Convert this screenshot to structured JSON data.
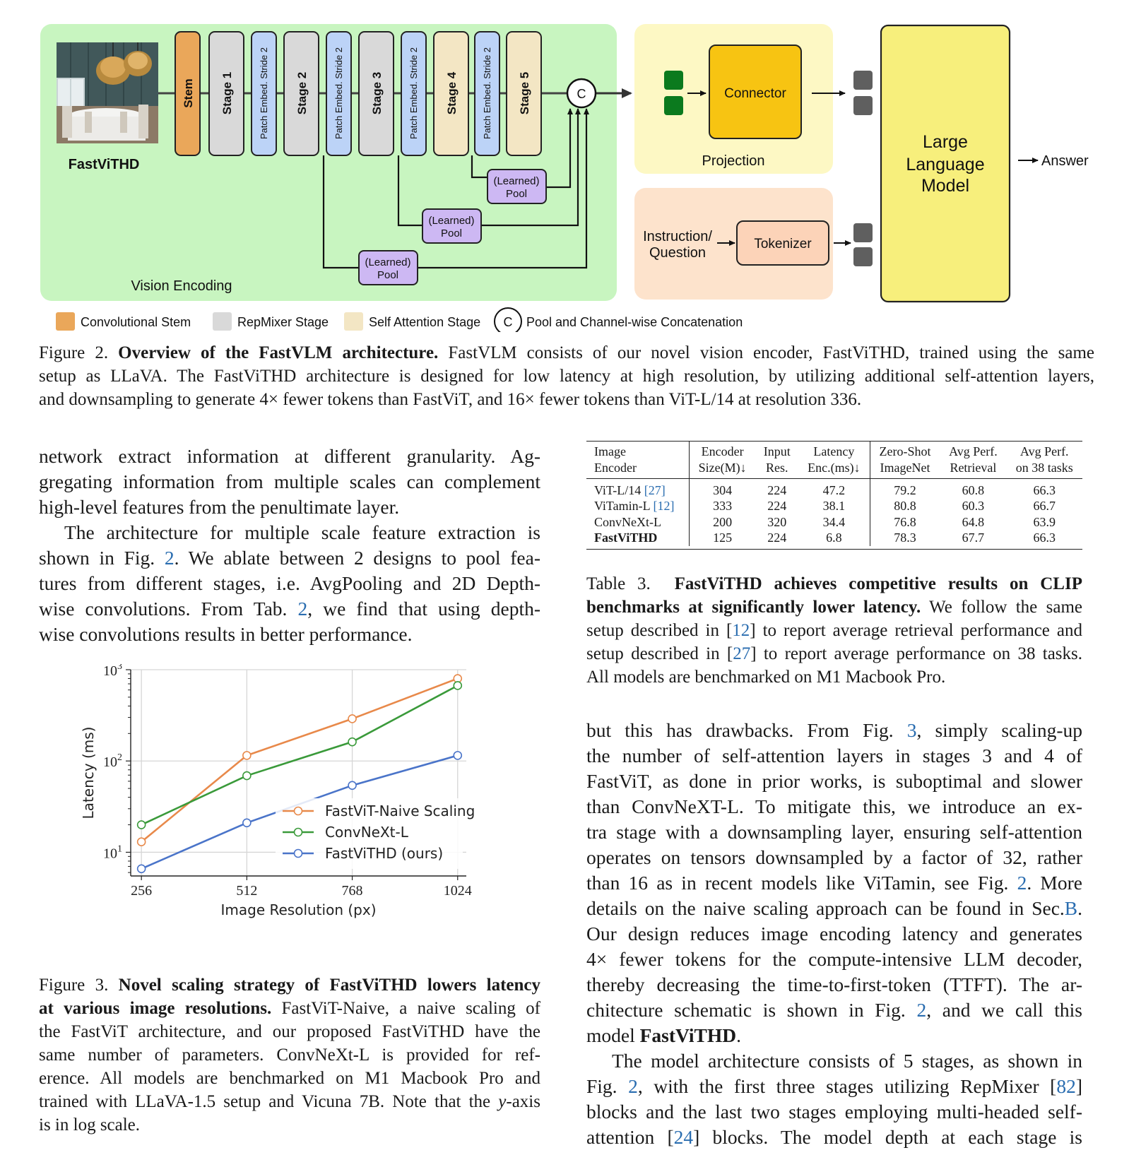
{
  "figure2": {
    "stages": {
      "stem": "Stem",
      "stage1": "Stage 1",
      "pe1": "Patch Embed. Stride 2",
      "stage2": "Stage 2",
      "pe2": "Patch Embed. Stride 2",
      "stage3": "Stage 3",
      "pe3": "Patch Embed. Stride 2",
      "stage4": "Stage 4",
      "pe4": "Patch Embed. Stride 2",
      "stage5": "Stage 5"
    },
    "concat_symbol": "C",
    "model_name": "FastViTHD",
    "pool_line1": "(Learned)",
    "pool_line2": "Pool",
    "vision_encoding": "Vision Encoding",
    "connector": "Connector",
    "projection": "Projection",
    "instruction_line1": "Instruction/",
    "instruction_line2": "Question",
    "tokenizer": "Tokenizer",
    "llm_line1": "Large",
    "llm_line2": "Language",
    "llm_line3": "Model",
    "answer": "Answer",
    "legend": {
      "conv": "Convolutional Stem",
      "repmixer": "RepMixer Stage",
      "selfattn": "Self Attention Stage",
      "pool_concat": "Pool and Channel-wise Concatenation",
      "pool_symbol": "C"
    },
    "colors": {
      "green_bg": "#c8f5c0",
      "stem": "#eaa75a",
      "repmixer": "#d9d9d9",
      "selfattn": "#f3e6c4",
      "patch": "#bcd3f7",
      "pool": "#cdb8f3",
      "projection_bg": "#fdf8c4",
      "connector": "#f7c412",
      "token_green": "#0b7a1e",
      "token_gray": "#5f5f5f",
      "instr_bg": "#fde3cc",
      "tokenizer": "#fcd3b8",
      "llm": "#f7ef7c"
    },
    "caption_label": "Figure 2.",
    "caption_bold": "Overview of the FastVLM architecture.",
    "caption_lines": [
      "FastVLM consists of our novel vision encoder, FastViTHD, trained using the same",
      "setup as LLaVA. The FastViTHD architecture is designed for low latency at high resolution, by utilizing additional self-attention layers,",
      "and downsampling to generate 4× fewer tokens than FastViT, and 16× fewer tokens than ViT-L/14 at resolution 336."
    ]
  },
  "left_column": {
    "para1_lines": [
      "network extract information at different granularity.  Ag-",
      "gregating information from multiple scales can complement",
      "high-level features from the penultimate layer."
    ],
    "para2": {
      "l1": "The architecture for multiple scale feature extraction is",
      "l2a": "shown in Fig. ",
      "l2ref": "2",
      "l2b": ".  We ablate between 2 designs to pool fea-",
      "l3": "tures from different stages, i.e. AvgPooling and 2D Depth-",
      "l4a": "wise convolutions.  From Tab. ",
      "l4ref": "2",
      "l4b": ", we find that using depth-",
      "l5": "wise convolutions results in better performance."
    }
  },
  "chart_data": {
    "type": "line",
    "x": [
      256,
      512,
      768,
      1024
    ],
    "xlabel": "Image Resolution (px)",
    "ylabel": "Latency (ms)",
    "yscale": "log",
    "ylim": [
      5.5,
      1000
    ],
    "xlim": [
      230,
      1045
    ],
    "xticks": [
      "256",
      "512",
      "768",
      "1024"
    ],
    "yticks": [
      10,
      100,
      1000
    ],
    "ytick_labels": [
      [
        "10",
        "1"
      ],
      [
        "10",
        "2"
      ],
      [
        "10",
        "3"
      ]
    ],
    "grid": true,
    "legend_position": "lower right",
    "series": [
      {
        "name": "FastViT-Naive Scaling",
        "color": "#e8894a",
        "values": [
          13,
          115,
          290,
          800
        ]
      },
      {
        "name": "ConvNeXt-L",
        "color": "#3a9a3a",
        "values": [
          20,
          69,
          162,
          670
        ]
      },
      {
        "name": "FastViTHD (ours)",
        "color": "#4a74c9",
        "values": [
          6.6,
          21,
          54,
          115
        ]
      }
    ]
  },
  "figure3": {
    "caption_label": "Figure 3.",
    "caption_bold_l1": "Novel scaling strategy of FastViTHD lowers latency",
    "caption_bold_l2": "at various image resolutions.",
    "caption_l2_rest": "FastViT-Naive, a naive scaling of",
    "caption_lines": [
      "the FastViT architecture, and our proposed FastViTHD have the",
      "same number of parameters.  ConvNeXt-L is provided for ref-",
      "erence.  All models are benchmarked on M1 Macbook Pro and",
      "trained with LLaVA-1.5 setup and Vicuna 7B. Note that the "
    ],
    "caption_italic": "y",
    "caption_after_italic": "-axis",
    "caption_last": "is in log scale."
  },
  "table3": {
    "headers": [
      [
        "Image",
        "Encoder"
      ],
      [
        "Encoder",
        "Size(M)↓"
      ],
      [
        "Input",
        "Res."
      ],
      [
        "Latency",
        "Enc.(ms)↓"
      ],
      [
        "Zero-Shot",
        "ImageNet"
      ],
      [
        "Avg Perf.",
        "Retrieval"
      ],
      [
        "Avg Perf.",
        "on 38 tasks"
      ]
    ],
    "rows": [
      {
        "name": "ViT-L/14 ",
        "ref": "[27]",
        "cells": [
          "304",
          "224",
          "47.2",
          "79.2",
          "60.8",
          "66.3"
        ]
      },
      {
        "name": "ViTamin-L ",
        "ref": "[12]",
        "cells": [
          "333",
          "224",
          "38.1",
          "80.8",
          "60.3",
          "66.7"
        ]
      },
      {
        "name": "ConvNeXt-L",
        "ref": "",
        "cells": [
          "200",
          "320",
          "34.4",
          "76.8",
          "64.8",
          "63.9"
        ]
      },
      {
        "name": "FastViTHD",
        "ref": "",
        "bold": true,
        "cells": [
          "125",
          "224",
          "6.8",
          "78.3",
          "67.7",
          "66.3"
        ]
      }
    ],
    "caption_label": "Table 3.",
    "caption_bold_l1": "FastViTHD achieves competitive results on CLIP",
    "caption_bold_l2": "benchmarks at significantly lower latency.",
    "caption_l2_rest": "We follow the same",
    "caption_l3a": "setup described in [",
    "caption_l3ref": "12",
    "caption_l3b": "] to report average retrieval performance and",
    "caption_l4a": "setup described in [",
    "caption_l4ref": "27",
    "caption_l4b": "] to report average performance on 38 tasks.",
    "caption_l5": "All models are benchmarked on M1 Macbook Pro."
  },
  "right_column": {
    "p1": {
      "l1a": "but this has drawbacks.  From Fig. ",
      "l1ref": "3",
      "l1b": ", simply scaling-up",
      "l2": "the number of self-attention layers in stages 3 and 4 of",
      "l3": "FastViT, as done in prior works, is suboptimal and slower",
      "l4": "than ConvNeXT-L. To mitigate this, we introduce an ex-",
      "l5": "tra stage with a downsampling layer, ensuring self-attention",
      "l6": "operates on tensors downsampled by a factor of 32, rather",
      "l7a": "than 16 as in recent models like ViTamin, see Fig. ",
      "l7ref": "2",
      "l7b": ". More",
      "l8a": "details on the naive scaling approach can be found in Sec.",
      "l8ref": "B",
      "l8b": ".",
      "l9": "Our design reduces image encoding latency and generates",
      "l10": "4× fewer tokens for the compute-intensive LLM decoder,",
      "l11": "thereby decreasing the time-to-first-token (TTFT). The ar-",
      "l12a": "chitecture schematic is shown in Fig. ",
      "l12ref": "2",
      "l12b": ", and we call this",
      "l13a": "model ",
      "l13bold": "FastViTHD",
      "l13b": "."
    },
    "p2": {
      "l1": "The model architecture consists of 5 stages, as shown in",
      "l2a": "Fig. ",
      "l2ref": "2",
      "l2b": ", with the first three stages utilizing RepMixer [",
      "l2ref2": "82",
      "l2c": "]",
      "l3": "blocks and the last two stages employing multi-headed self-",
      "l4a": "attention [",
      "l4ref": "24",
      "l4b": "] blocks.  The model depth at each stage is"
    }
  }
}
